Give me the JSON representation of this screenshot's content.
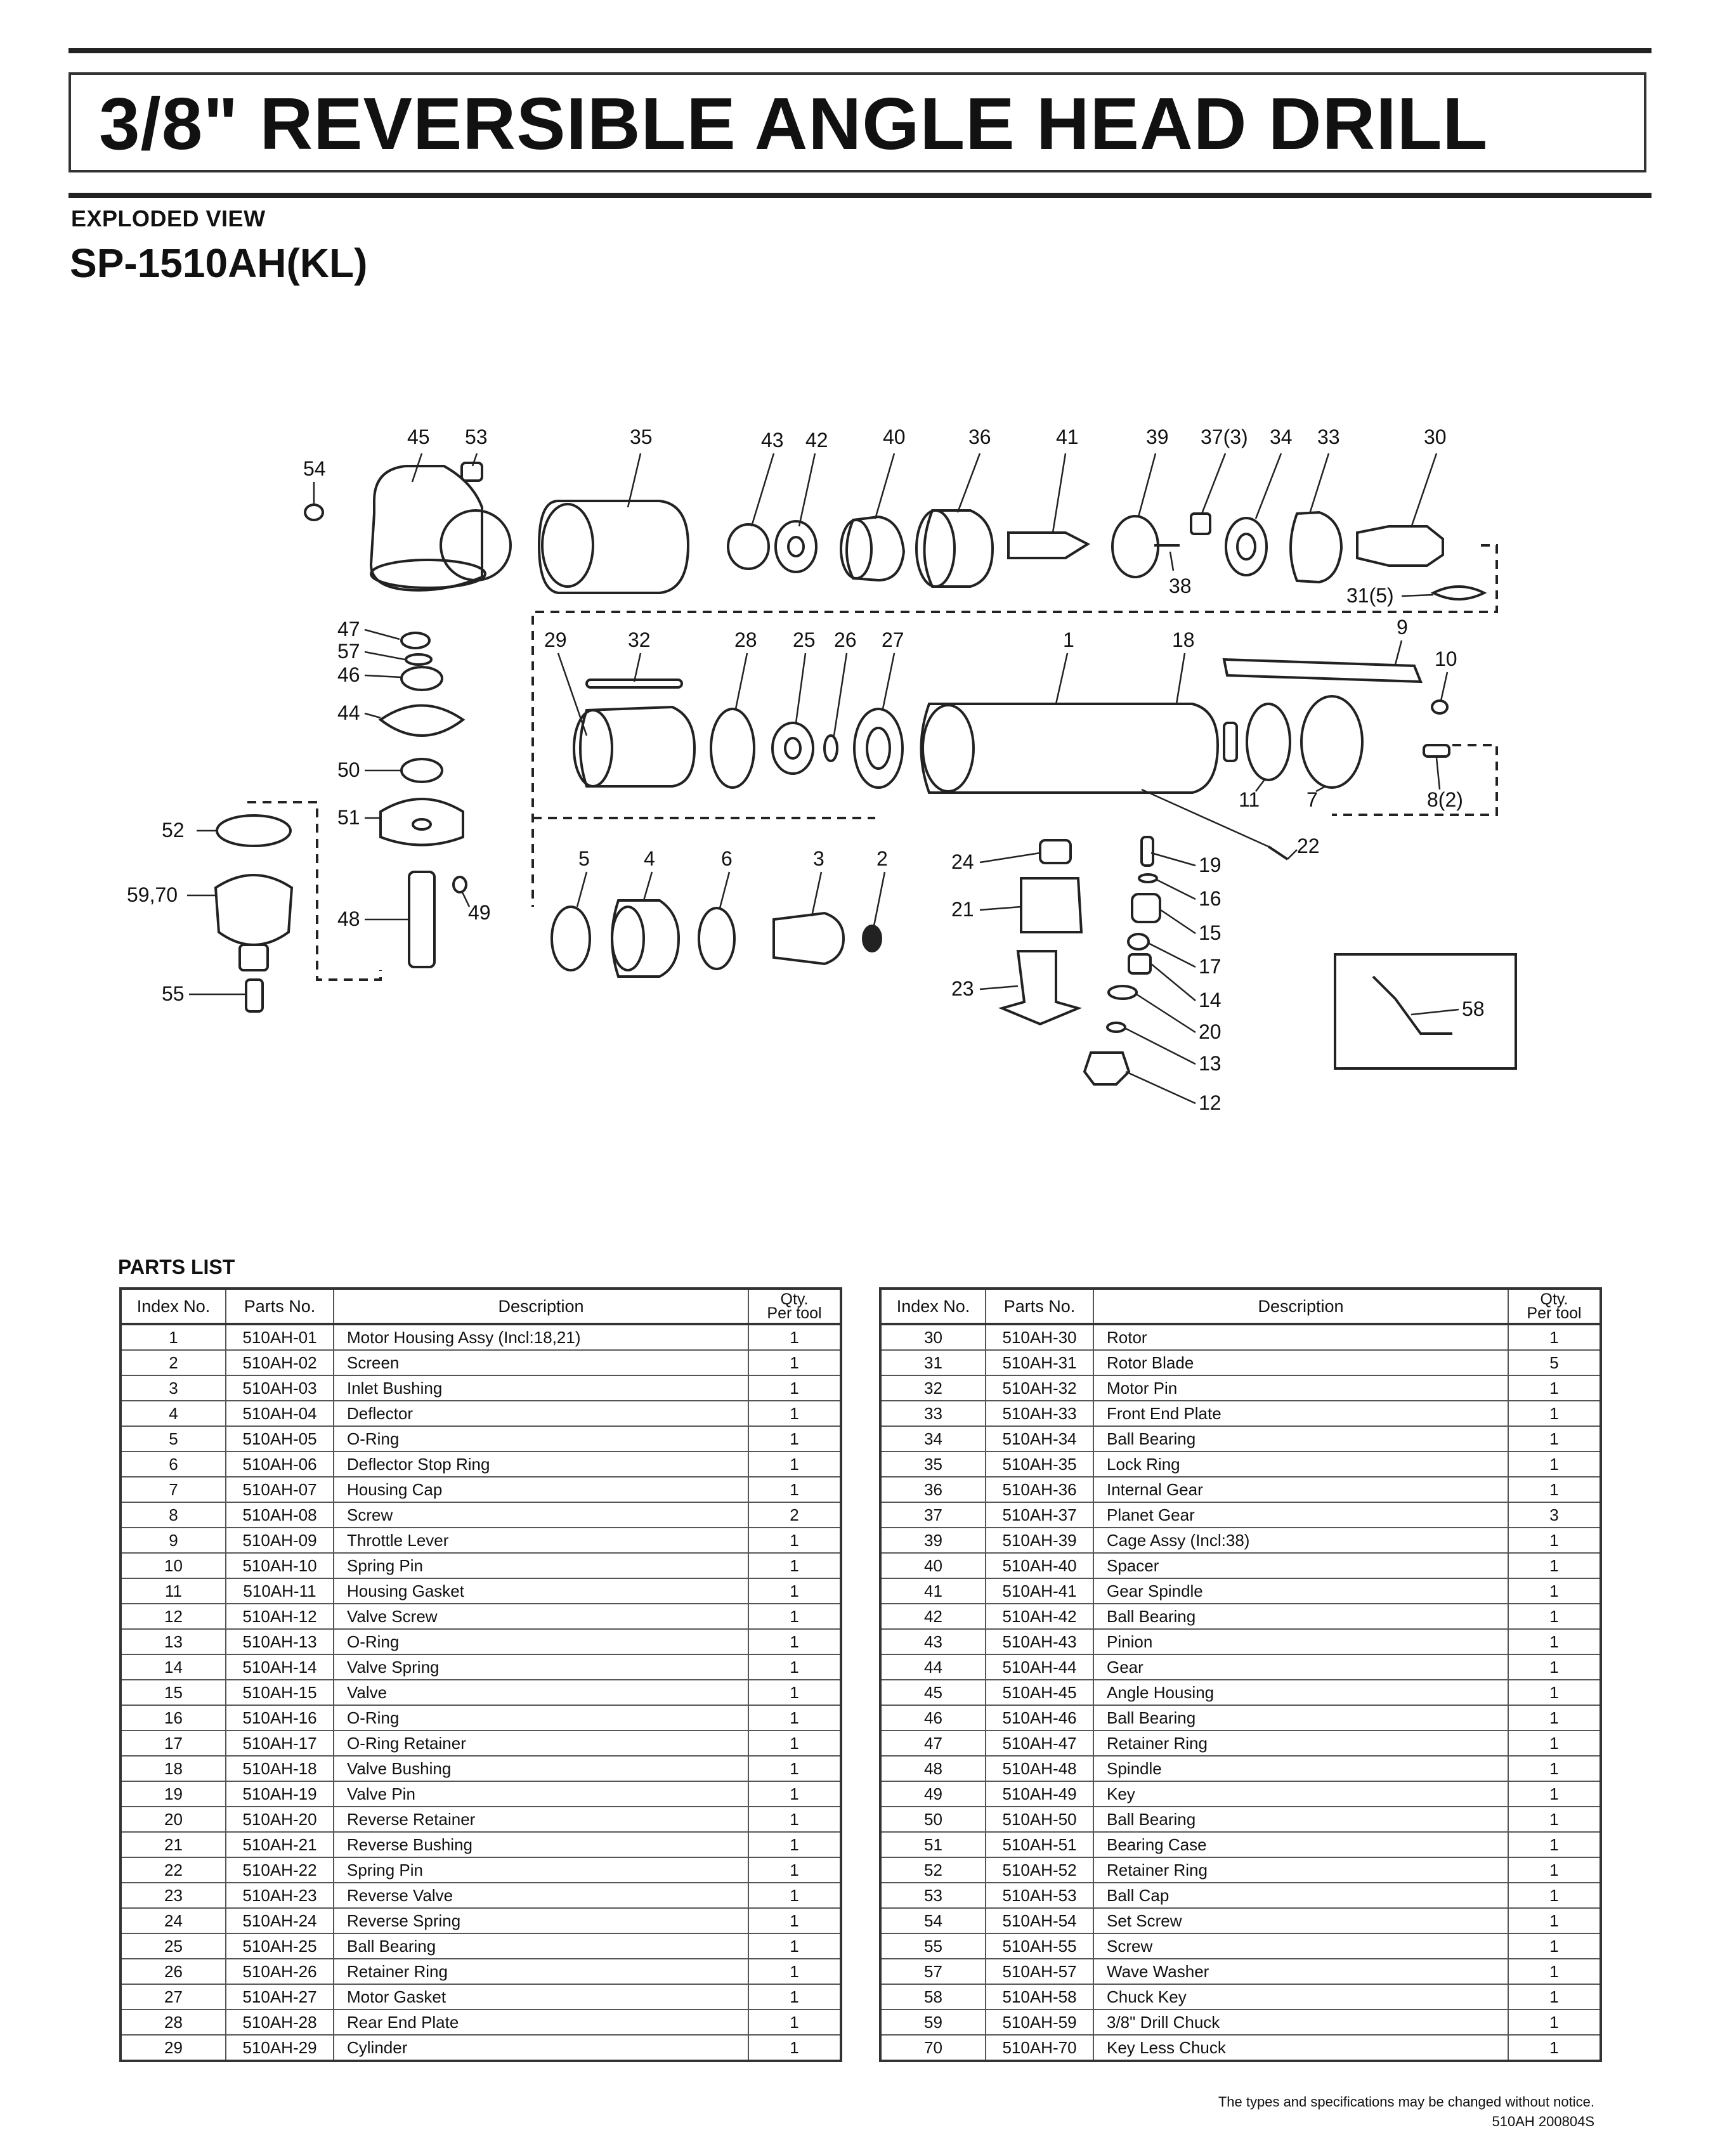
{
  "header": {
    "title": "3/8\" REVERSIBLE ANGLE HEAD DRILL",
    "subheading": "EXPLODED VIEW",
    "model": "SP-1510AH(KL)"
  },
  "diagram": {
    "callouts": [
      "45",
      "53",
      "54",
      "35",
      "43",
      "42",
      "40",
      "36",
      "41",
      "39",
      "37(3)",
      "34",
      "33",
      "30",
      "38",
      "31(5)",
      "47",
      "57",
      "46",
      "44",
      "50",
      "51",
      "52",
      "59,70",
      "48",
      "49",
      "55",
      "29",
      "32",
      "28",
      "25",
      "26",
      "27",
      "1",
      "18",
      "9",
      "10",
      "11",
      "7",
      "8(2)",
      "22",
      "19",
      "16",
      "15",
      "17",
      "14",
      "20",
      "13",
      "12",
      "24",
      "21",
      "23",
      "5",
      "4",
      "6",
      "3",
      "2",
      "58"
    ]
  },
  "parts_list": {
    "heading": "PARTS LIST",
    "columns": {
      "index": "Index No.",
      "part": "Parts No.",
      "description": "Description",
      "qty_line1": "Qty.",
      "qty_line2": "Per tool"
    },
    "left": [
      [
        "1",
        "510AH-01",
        "Motor Housing Assy (Incl:18,21)",
        "1"
      ],
      [
        "2",
        "510AH-02",
        "Screen",
        "1"
      ],
      [
        "3",
        "510AH-03",
        "Inlet Bushing",
        "1"
      ],
      [
        "4",
        "510AH-04",
        "Deflector",
        "1"
      ],
      [
        "5",
        "510AH-05",
        "O-Ring",
        "1"
      ],
      [
        "6",
        "510AH-06",
        "Deflector Stop Ring",
        "1"
      ],
      [
        "7",
        "510AH-07",
        "Housing Cap",
        "1"
      ],
      [
        "8",
        "510AH-08",
        "Screw",
        "2"
      ],
      [
        "9",
        "510AH-09",
        "Throttle Lever",
        "1"
      ],
      [
        "10",
        "510AH-10",
        "Spring Pin",
        "1"
      ],
      [
        "11",
        "510AH-11",
        "Housing Gasket",
        "1"
      ],
      [
        "12",
        "510AH-12",
        "Valve Screw",
        "1"
      ],
      [
        "13",
        "510AH-13",
        "O-Ring",
        "1"
      ],
      [
        "14",
        "510AH-14",
        "Valve Spring",
        "1"
      ],
      [
        "15",
        "510AH-15",
        "Valve",
        "1"
      ],
      [
        "16",
        "510AH-16",
        "O-Ring",
        "1"
      ],
      [
        "17",
        "510AH-17",
        "O-Ring Retainer",
        "1"
      ],
      [
        "18",
        "510AH-18",
        "Valve Bushing",
        "1"
      ],
      [
        "19",
        "510AH-19",
        "Valve Pin",
        "1"
      ],
      [
        "20",
        "510AH-20",
        "Reverse Retainer",
        "1"
      ],
      [
        "21",
        "510AH-21",
        "Reverse Bushing",
        "1"
      ],
      [
        "22",
        "510AH-22",
        "Spring Pin",
        "1"
      ],
      [
        "23",
        "510AH-23",
        "Reverse Valve",
        "1"
      ],
      [
        "24",
        "510AH-24",
        "Reverse Spring",
        "1"
      ],
      [
        "25",
        "510AH-25",
        "Ball Bearing",
        "1"
      ],
      [
        "26",
        "510AH-26",
        "Retainer Ring",
        "1"
      ],
      [
        "27",
        "510AH-27",
        "Motor Gasket",
        "1"
      ],
      [
        "28",
        "510AH-28",
        "Rear End Plate",
        "1"
      ],
      [
        "29",
        "510AH-29",
        "Cylinder",
        "1"
      ]
    ],
    "right": [
      [
        "30",
        "510AH-30",
        "Rotor",
        "1"
      ],
      [
        "31",
        "510AH-31",
        "Rotor Blade",
        "5"
      ],
      [
        "32",
        "510AH-32",
        "Motor Pin",
        "1"
      ],
      [
        "33",
        "510AH-33",
        "Front End Plate",
        "1"
      ],
      [
        "34",
        "510AH-34",
        "Ball Bearing",
        "1"
      ],
      [
        "35",
        "510AH-35",
        "Lock Ring",
        "1"
      ],
      [
        "36",
        "510AH-36",
        "Internal Gear",
        "1"
      ],
      [
        "37",
        "510AH-37",
        "Planet Gear",
        "3"
      ],
      [
        "39",
        "510AH-39",
        "Cage Assy (Incl:38)",
        "1"
      ],
      [
        "40",
        "510AH-40",
        "Spacer",
        "1"
      ],
      [
        "41",
        "510AH-41",
        "Gear Spindle",
        "1"
      ],
      [
        "42",
        "510AH-42",
        "Ball Bearing",
        "1"
      ],
      [
        "43",
        "510AH-43",
        "Pinion",
        "1"
      ],
      [
        "44",
        "510AH-44",
        "Gear",
        "1"
      ],
      [
        "45",
        "510AH-45",
        "Angle Housing",
        "1"
      ],
      [
        "46",
        "510AH-46",
        "Ball Bearing",
        "1"
      ],
      [
        "47",
        "510AH-47",
        "Retainer Ring",
        "1"
      ],
      [
        "48",
        "510AH-48",
        "Spindle",
        "1"
      ],
      [
        "49",
        "510AH-49",
        "Key",
        "1"
      ],
      [
        "50",
        "510AH-50",
        "Ball Bearing",
        "1"
      ],
      [
        "51",
        "510AH-51",
        "Bearing Case",
        "1"
      ],
      [
        "52",
        "510AH-52",
        "Retainer Ring",
        "1"
      ],
      [
        "53",
        "510AH-53",
        "Ball Cap",
        "1"
      ],
      [
        "54",
        "510AH-54",
        "Set Screw",
        "1"
      ],
      [
        "55",
        "510AH-55",
        "Screw",
        "1"
      ],
      [
        "57",
        "510AH-57",
        "Wave Washer",
        "1"
      ],
      [
        "58",
        "510AH-58",
        "Chuck Key",
        "1"
      ],
      [
        "59",
        "510AH-59",
        "3/8\" Drill Chuck",
        "1"
      ],
      [
        "70",
        "510AH-70",
        "Key Less Chuck",
        "1"
      ]
    ]
  },
  "footer": {
    "note": "The types and specifications may be changed without notice.",
    "code": "510AH  200804S"
  }
}
